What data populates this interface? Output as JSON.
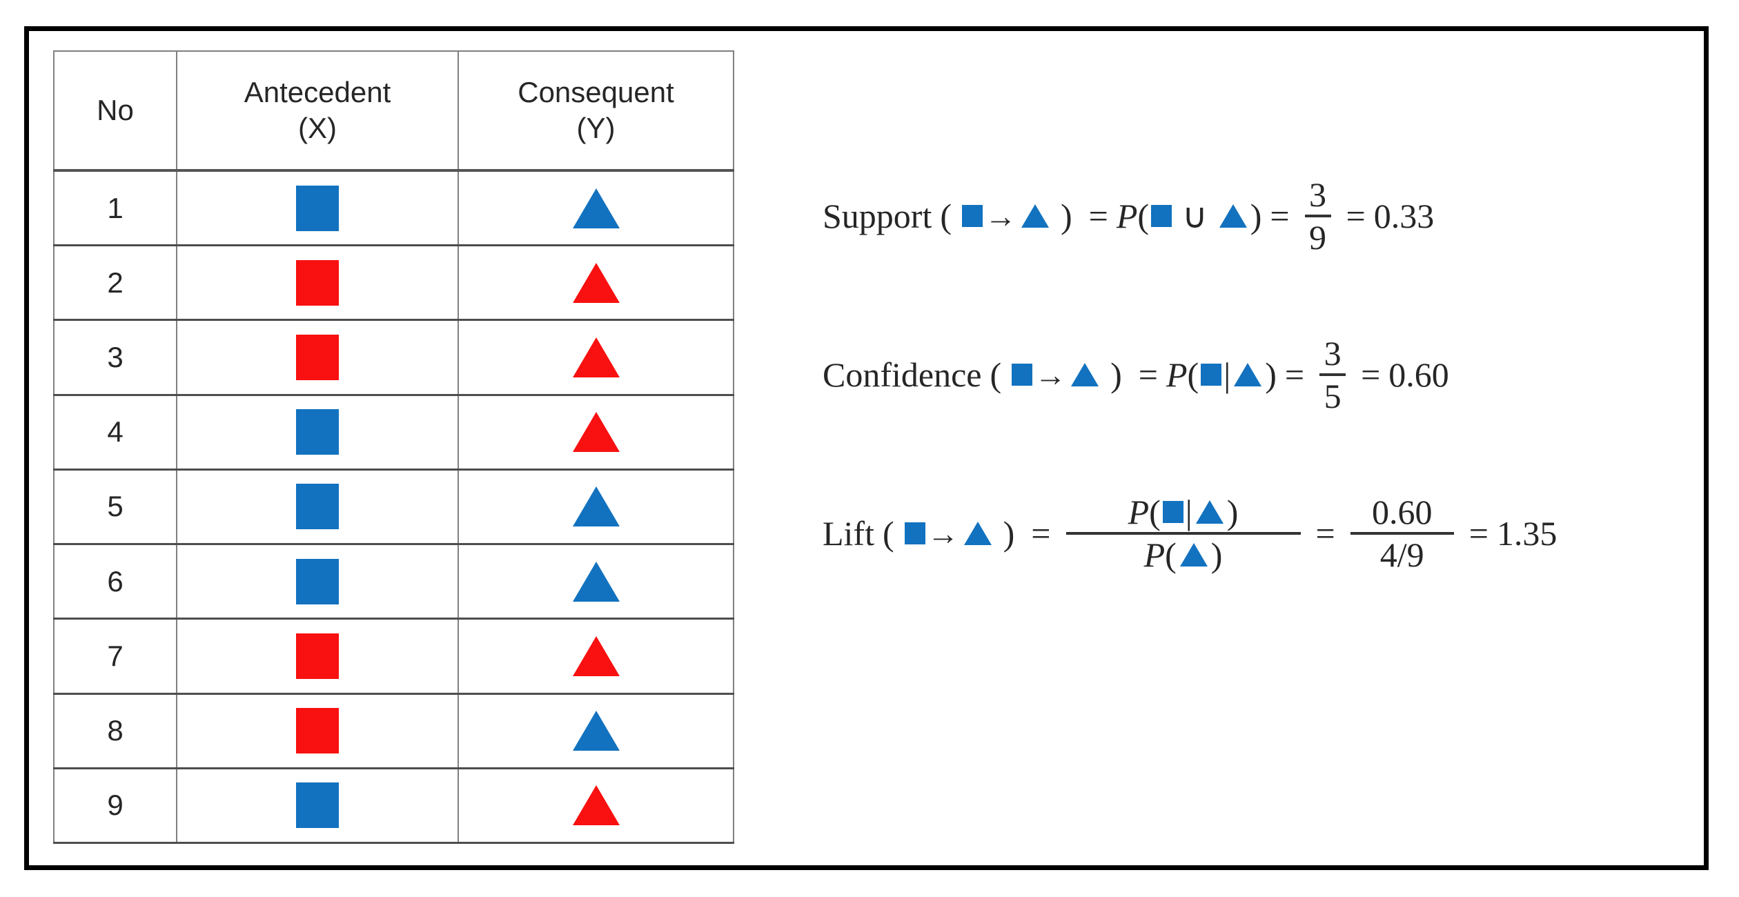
{
  "figure": {
    "title_visible": false,
    "colors": {
      "blue": "#1272bf",
      "red": "#f91010",
      "frame": "#000000",
      "grid": "#808080"
    }
  },
  "table": {
    "headers": {
      "no": "No",
      "antecedent_line1": "Antecedent",
      "antecedent_line2": "(X)",
      "consequent_line1": "Consequent",
      "consequent_line2": "(Y)"
    },
    "rows": [
      {
        "no": "1",
        "antecedent": "blue-square",
        "consequent": "blue-triangle"
      },
      {
        "no": "2",
        "antecedent": "red-square",
        "consequent": "red-triangle"
      },
      {
        "no": "3",
        "antecedent": "red-square",
        "consequent": "red-triangle"
      },
      {
        "no": "4",
        "antecedent": "blue-square",
        "consequent": "red-triangle"
      },
      {
        "no": "5",
        "antecedent": "blue-square",
        "consequent": "blue-triangle"
      },
      {
        "no": "6",
        "antecedent": "blue-square",
        "consequent": "blue-triangle"
      },
      {
        "no": "7",
        "antecedent": "red-square",
        "consequent": "red-triangle"
      },
      {
        "no": "8",
        "antecedent": "red-square",
        "consequent": "blue-triangle"
      },
      {
        "no": "9",
        "antecedent": "blue-square",
        "consequent": "red-triangle"
      }
    ]
  },
  "formulas": {
    "support": {
      "name": "Support",
      "open_paren": "(",
      "arrow": "→",
      "close_paren": ")",
      "equals": "=",
      "p": "P",
      "p_open": "(",
      "union": "∪",
      "p_close": ")",
      "numerator": "3",
      "denominator": "9",
      "result": "0.33"
    },
    "confidence": {
      "name": "Confidence",
      "open_paren": "(",
      "arrow": "→",
      "close_paren": ")",
      "equals": "=",
      "p": "P",
      "p_open": "(",
      "given": "|",
      "p_close": ")",
      "numerator": "3",
      "denominator": "5",
      "result": "0.60"
    },
    "lift": {
      "name": "Lift",
      "open_paren": "(",
      "arrow": "→",
      "close_paren": ")",
      "equals": "=",
      "p": "P",
      "p_open": "(",
      "given": "|",
      "p_close": ")",
      "num_value": "0.60",
      "den_value": "4/9",
      "result": "1.35"
    }
  }
}
